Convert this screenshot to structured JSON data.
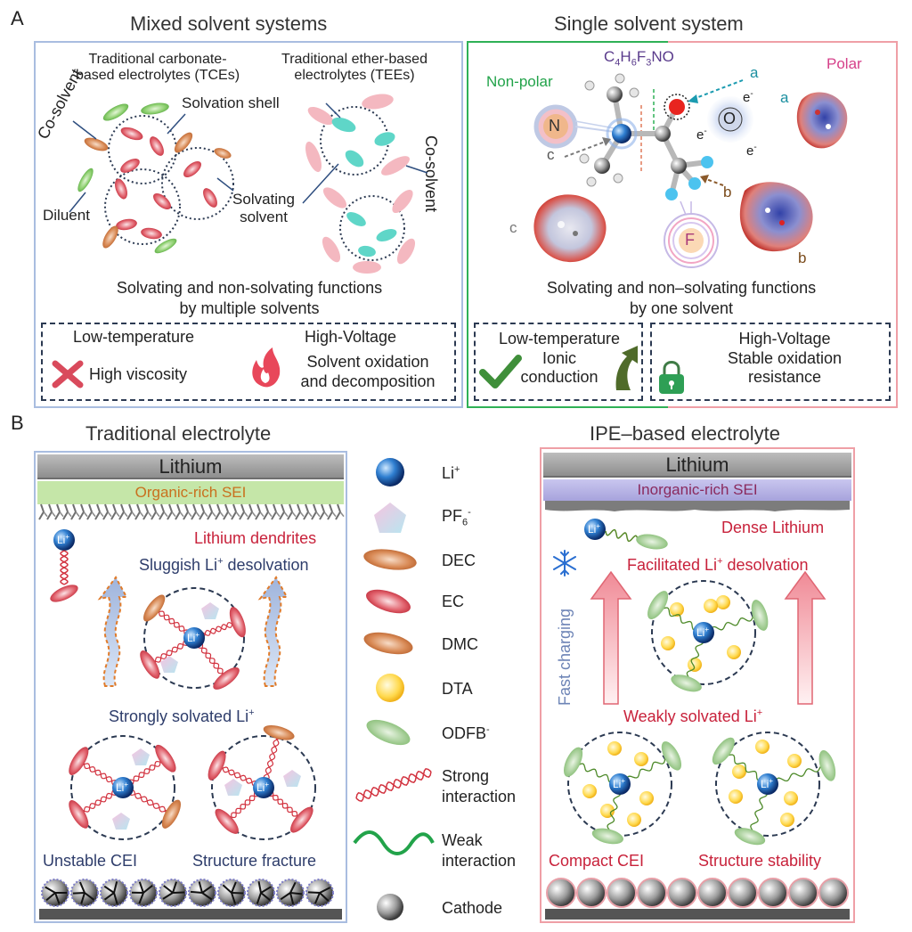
{
  "panel_a": {
    "letter": "A",
    "left_title": "Mixed solvent systems",
    "right_title": "Single solvent system",
    "tce_label": "Traditional carbonate-\nbased electrolytes (TCEs)",
    "tee_label": "Traditional ether-based\nelectrolytes (TEEs)",
    "co_solvent": "Co-solvent",
    "co_solvent_right": "Co-solvent",
    "solvation_shell": "Solvation shell",
    "solvating_solvent": "Solvating\nsolvent",
    "diluent": "Diluent",
    "left_caption": "Solvating and non-solvating functions\nby multiple solvents",
    "left_low_temp": "Low-temperature",
    "left_high_voltage": "High-Voltage",
    "high_viscosity": "High viscosity",
    "solvent_oxidation": "Solvent oxidation\nand decomposition",
    "formula_prefix": "C",
    "formula": [
      {
        "t": "C",
        "sub": "4"
      },
      {
        "t": "H",
        "sub": "6"
      },
      {
        "t": "F",
        "sub": "3"
      },
      {
        "t": "NO",
        "sub": ""
      }
    ],
    "non_polar": "Non-polar",
    "polar": "Polar",
    "label_a1": "a",
    "label_a2": "a",
    "label_b1": "b",
    "label_b2": "b",
    "label_c1": "c",
    "label_c2": "c",
    "atom_n": "N",
    "atom_o": "O",
    "atom_f": "F",
    "electron": "e",
    "electron_sup": "-",
    "right_caption": "Solvating and non–solvating functions\nby one solvent",
    "right_low_temp": "Low-temperature\nIonic\nconduction",
    "right_high_voltage": "High-Voltage\nStable oxidation\nresistance"
  },
  "panel_b": {
    "letter": "B",
    "left_title": "Traditional electrolyte",
    "right_title": "IPE–based electrolyte",
    "lithium_left": "Lithium",
    "lithium_right": "Lithium",
    "organic_sei": "Organic-rich SEI",
    "inorganic_sei": "Inorganic-rich SEI",
    "lithium_dendrites": "Lithium dendrites",
    "dense_lithium": "Dense Lithium",
    "sluggish": "Sluggish Li",
    "sluggish_sup": "+",
    "sluggish_end": " desolvation",
    "facilitated": "Facilitated Li",
    "facilitated_sup": "+",
    "facilitated_end": " desolvation",
    "strongly": "Strongly solvated Li",
    "strongly_sup": "+",
    "weakly": "Weakly solvated Li",
    "weakly_sup": "+",
    "unstable_cei": "Unstable CEI",
    "structure_fracture": "Structure fracture",
    "compact_cei": "Compact CEI",
    "structure_stability": "Structure stability",
    "fast_charging": "Fast charging",
    "li_ion": "Li",
    "li_ion_sup": "+"
  },
  "legend": {
    "items": [
      {
        "label": "Li",
        "sup": "+",
        "sub": ""
      },
      {
        "label": "PF",
        "sup": "-",
        "sub": "6"
      },
      {
        "label": "DEC",
        "sup": "",
        "sub": ""
      },
      {
        "label": "EC",
        "sup": "",
        "sub": ""
      },
      {
        "label": "DMC",
        "sup": "",
        "sub": ""
      },
      {
        "label": "DTA",
        "sup": "",
        "sub": ""
      },
      {
        "label": "ODFB",
        "sup": "-",
        "sub": ""
      },
      {
        "label": "Strong\ninteraction",
        "sup": "",
        "sub": ""
      },
      {
        "label": "Weak\ninteraction",
        "sup": "",
        "sub": ""
      },
      {
        "label": "Cathode",
        "sup": "",
        "sub": ""
      }
    ]
  },
  "colors": {
    "blue_border": "#a9bde0",
    "pink_border": "#ef9fa6",
    "green_border": "#2fb156",
    "lithium_gray": "#a6a6a6",
    "organic_sei": "#c5e6a8",
    "inorganic_sei": "#b9b6e6",
    "red_text": "#c8223b",
    "navy_text": "#2e3d6b"
  }
}
